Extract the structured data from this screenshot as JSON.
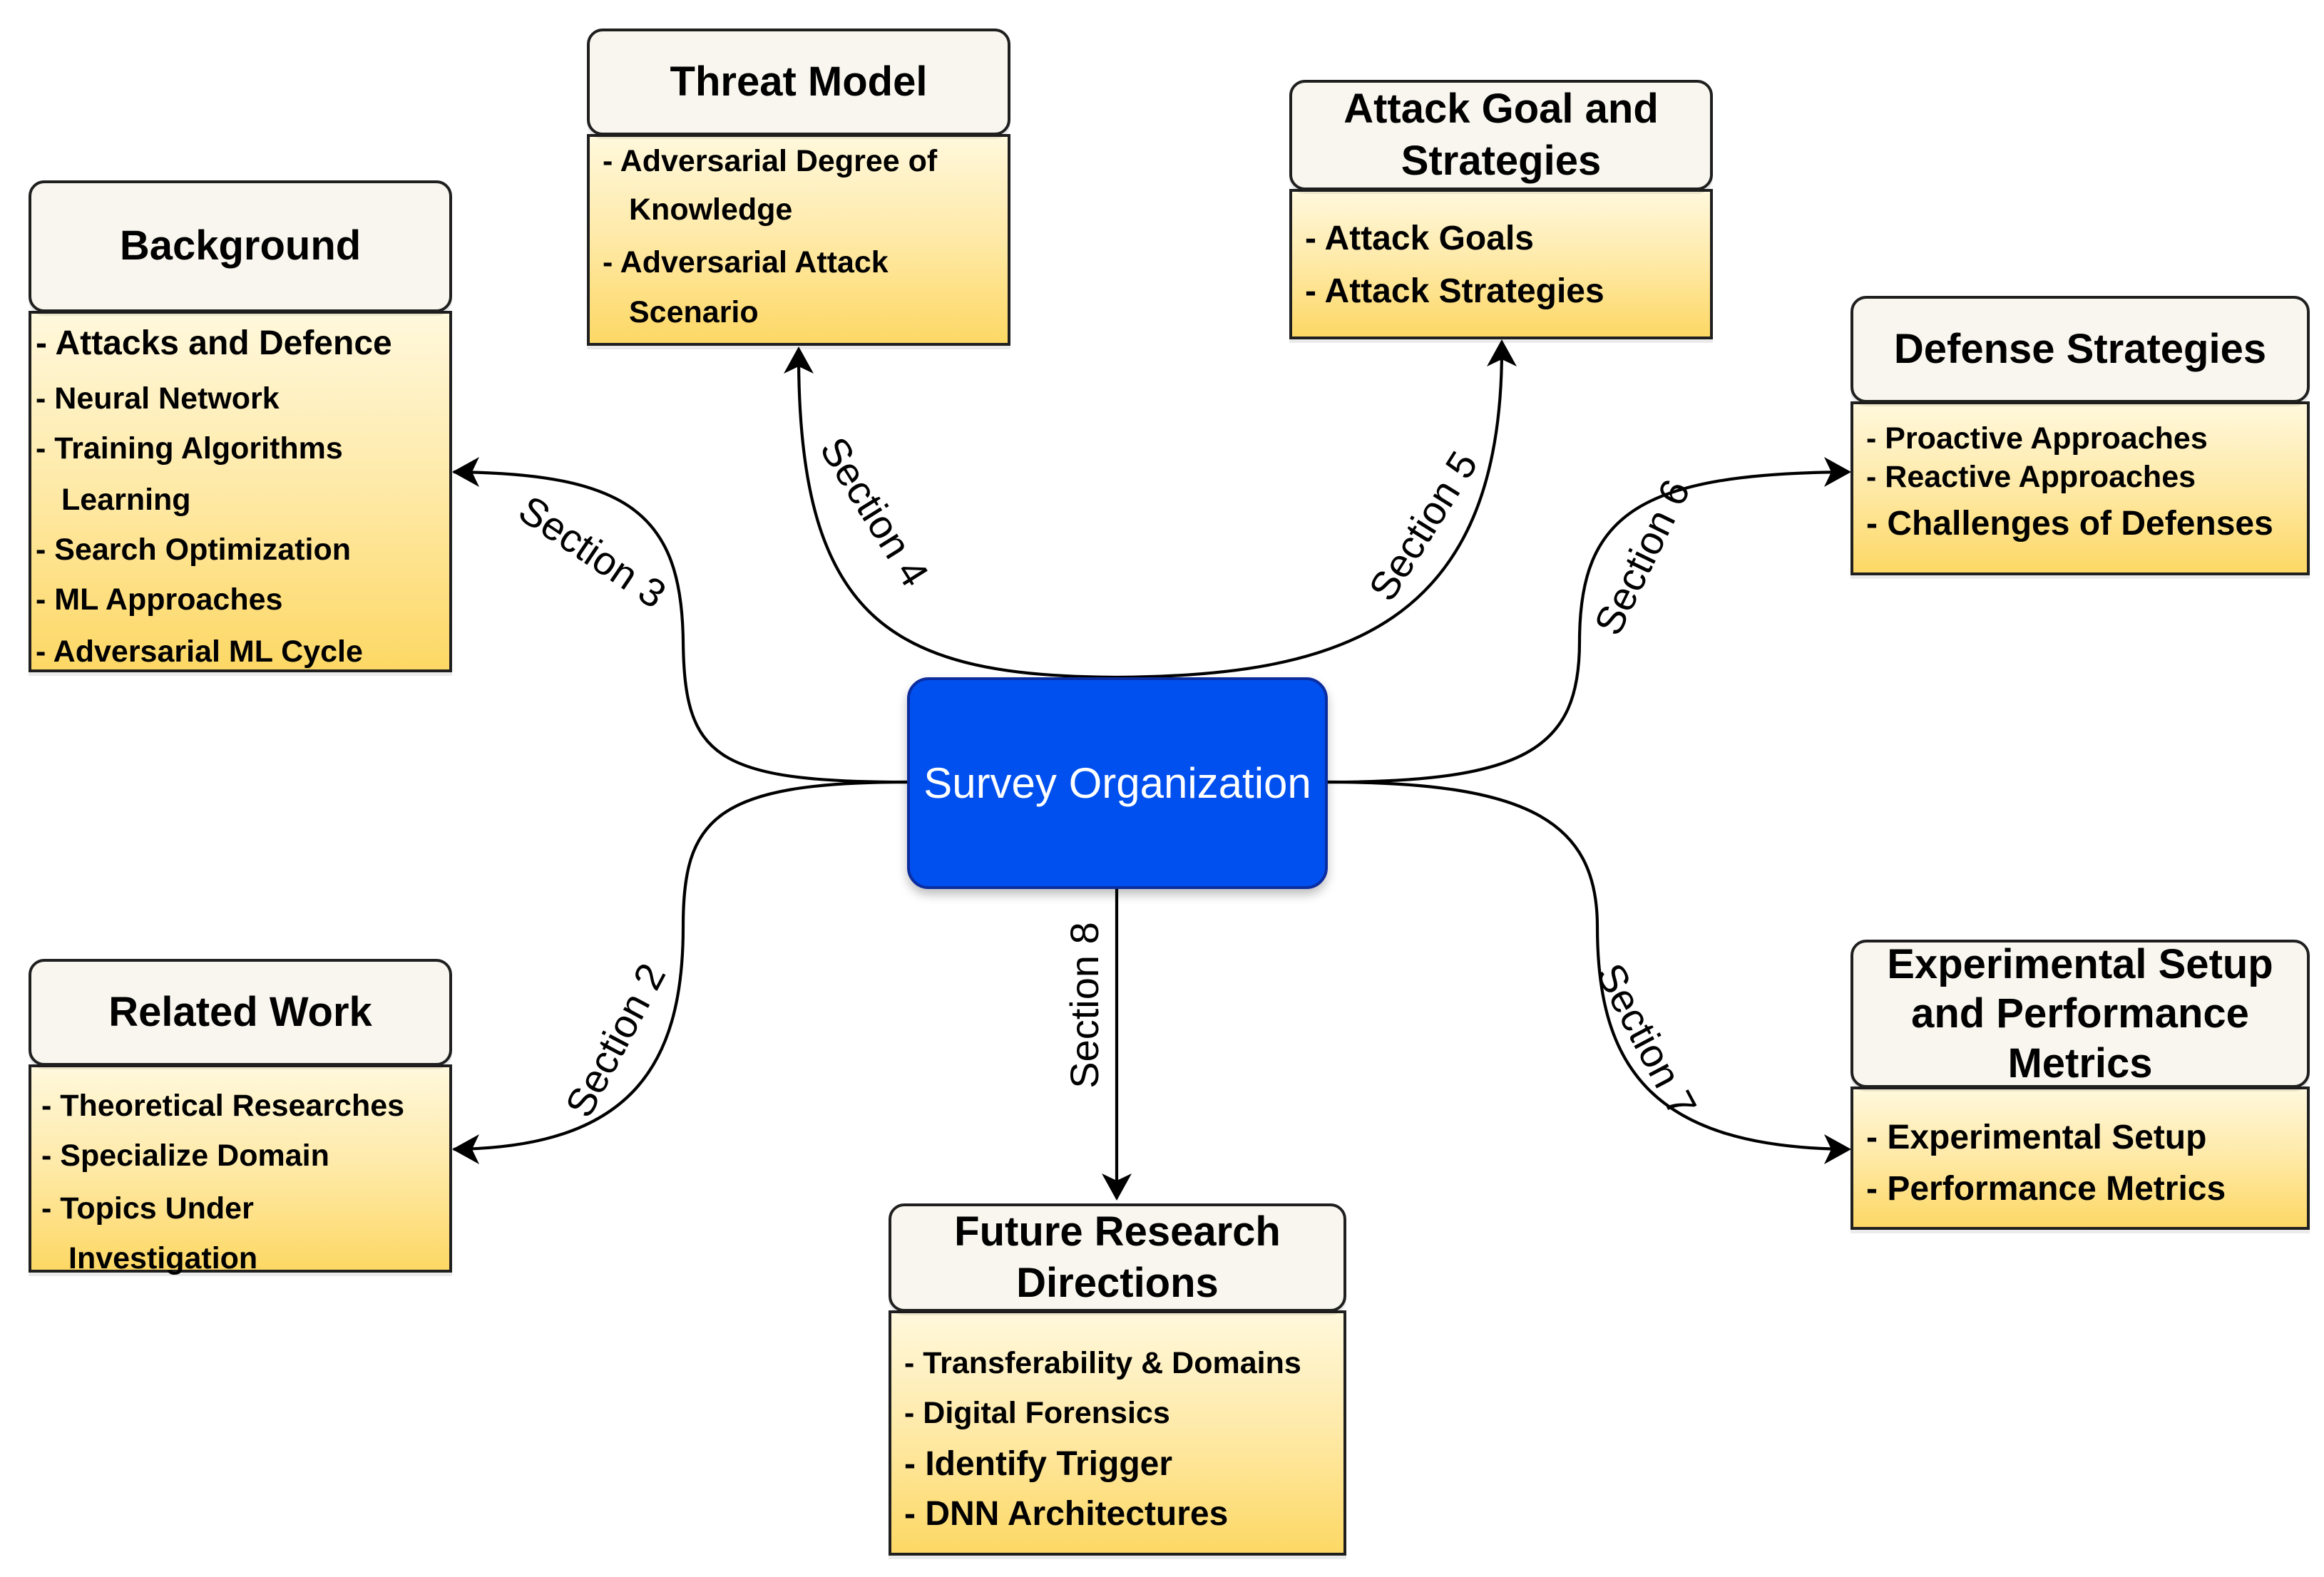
{
  "center": {
    "label": "Survey Organization"
  },
  "sections": {
    "s2": "Section 2",
    "s3": "Section 3",
    "s4": "Section 4",
    "s5": "Section 5",
    "s6": "Section 6",
    "s7": "Section 7",
    "s8": "Section 8"
  },
  "boxes": {
    "background": {
      "title": "Background",
      "items": [
        "- Attacks and Defence",
        "- Neural Network",
        "- Training Algorithms",
        "Learning",
        "- Search Optimization",
        "- ML Approaches",
        "- Adversarial ML Cycle"
      ]
    },
    "threat_model": {
      "title": "Threat Model",
      "items": [
        "- Adversarial Degree of",
        "Knowledge",
        "- Adversarial Attack",
        "Scenario"
      ]
    },
    "attack_goal": {
      "title_line1": "Attack Goal and",
      "title_line2": "Strategies",
      "items": [
        "- Attack Goals",
        "- Attack Strategies"
      ]
    },
    "defense": {
      "title": "Defense Strategies",
      "items": [
        "- Proactive Approaches",
        "- Reactive Approaches",
        "- Challenges of Defenses"
      ]
    },
    "related_work": {
      "title": "Related Work",
      "items": [
        "- Theoretical Researches",
        "- Specialize Domain",
        "- Topics Under",
        "Investigation"
      ]
    },
    "future": {
      "title_line1": "Future Research",
      "title_line2": "Directions",
      "items": [
        "- Transferability & Domains",
        "- Digital Forensics",
        "- Identify Trigger",
        "- DNN Architectures"
      ]
    },
    "experimental": {
      "title_line1": "Experimental Setup",
      "title_line2": "and Performance",
      "title_line3": "Metrics",
      "items": [
        "- Experimental Setup",
        "- Performance Metrics"
      ]
    }
  }
}
